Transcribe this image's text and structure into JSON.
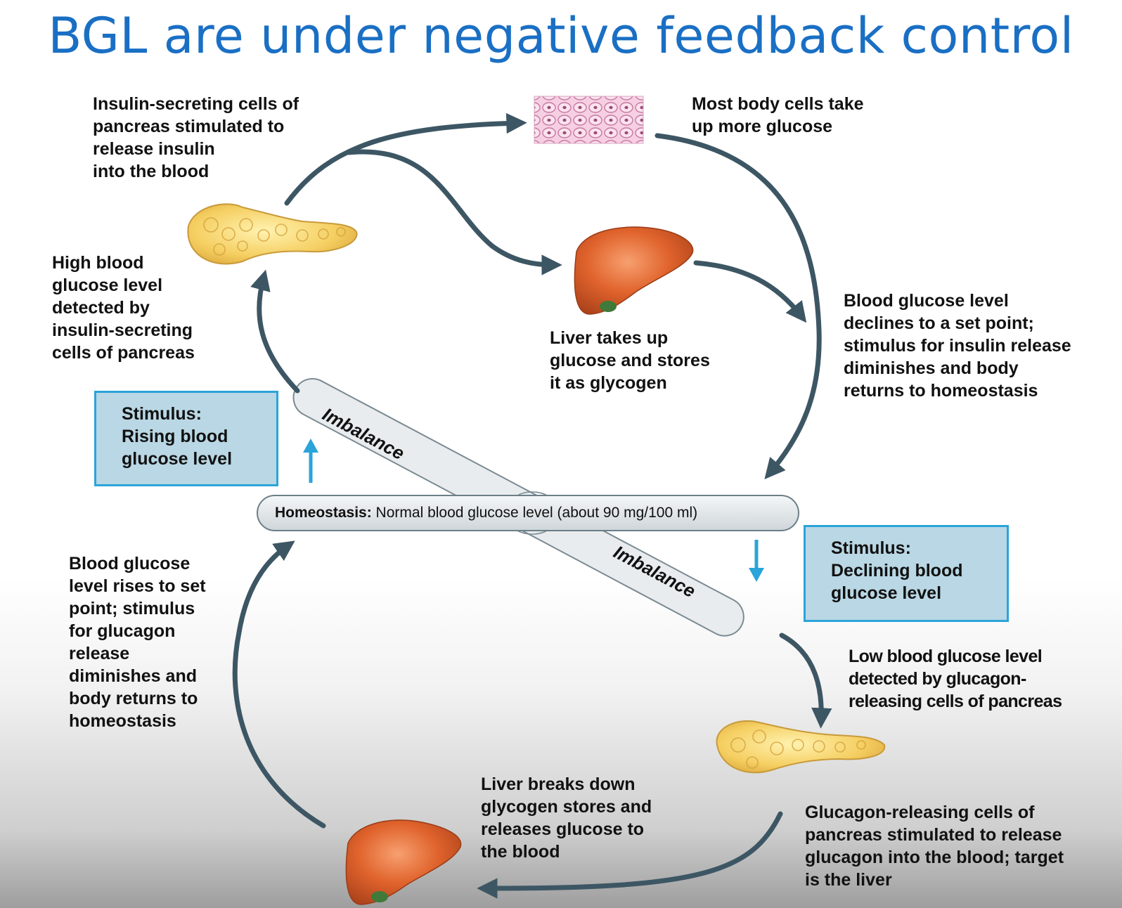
{
  "title": "BGL are under negative feedback control",
  "labels": {
    "insulin_cells": "Insulin-secreting cells of\npancreas stimulated to\nrelease insulin\ninto the blood",
    "body_cells": "Most body cells take\nup more glucose",
    "high_detect": "High blood\nglucose level\ndetected by\ninsulin-secreting\ncells of pancreas",
    "liver_stores": "Liver takes up\nglucose and stores\nit as glycogen",
    "declines": "Blood glucose level\ndeclines to a set point;\nstimulus for insulin release\ndiminishes and body\nreturns to homeostasis",
    "rises": "Blood glucose\nlevel rises to set\npoint; stimulus\nfor glucagon\nrelease\ndiminishes and\nbody returns to\nhomeostasis",
    "low_detect": "Low blood glucose level\ndetected by glucagon-\nreleasing cells of pancreas",
    "liver_breaks": "Liver breaks down\nglycogen stores and\nreleases glucose to\nthe blood",
    "glucagon_cells": "Glucagon-releasing cells of\npancreas stimulated to release\nglucagon into the blood; target\nis the liver"
  },
  "stimulus_rising": "Stimulus:\nRising blood\nglucose level",
  "stimulus_declining": "Stimulus:\nDeclining blood\nglucose level",
  "homeostasis": {
    "bold": "Homeostasis:",
    "text": " Normal blood glucose level (about 90 mg/100 ml)"
  },
  "imbalance_top": "Imbalance",
  "imbalance_bottom": "Imbalance",
  "colors": {
    "arrow": "#3d5664",
    "stimulus_arrow": "#2aa4d9",
    "title": "#1a6fc4",
    "stimulus_fill": "#b9d7e4"
  }
}
